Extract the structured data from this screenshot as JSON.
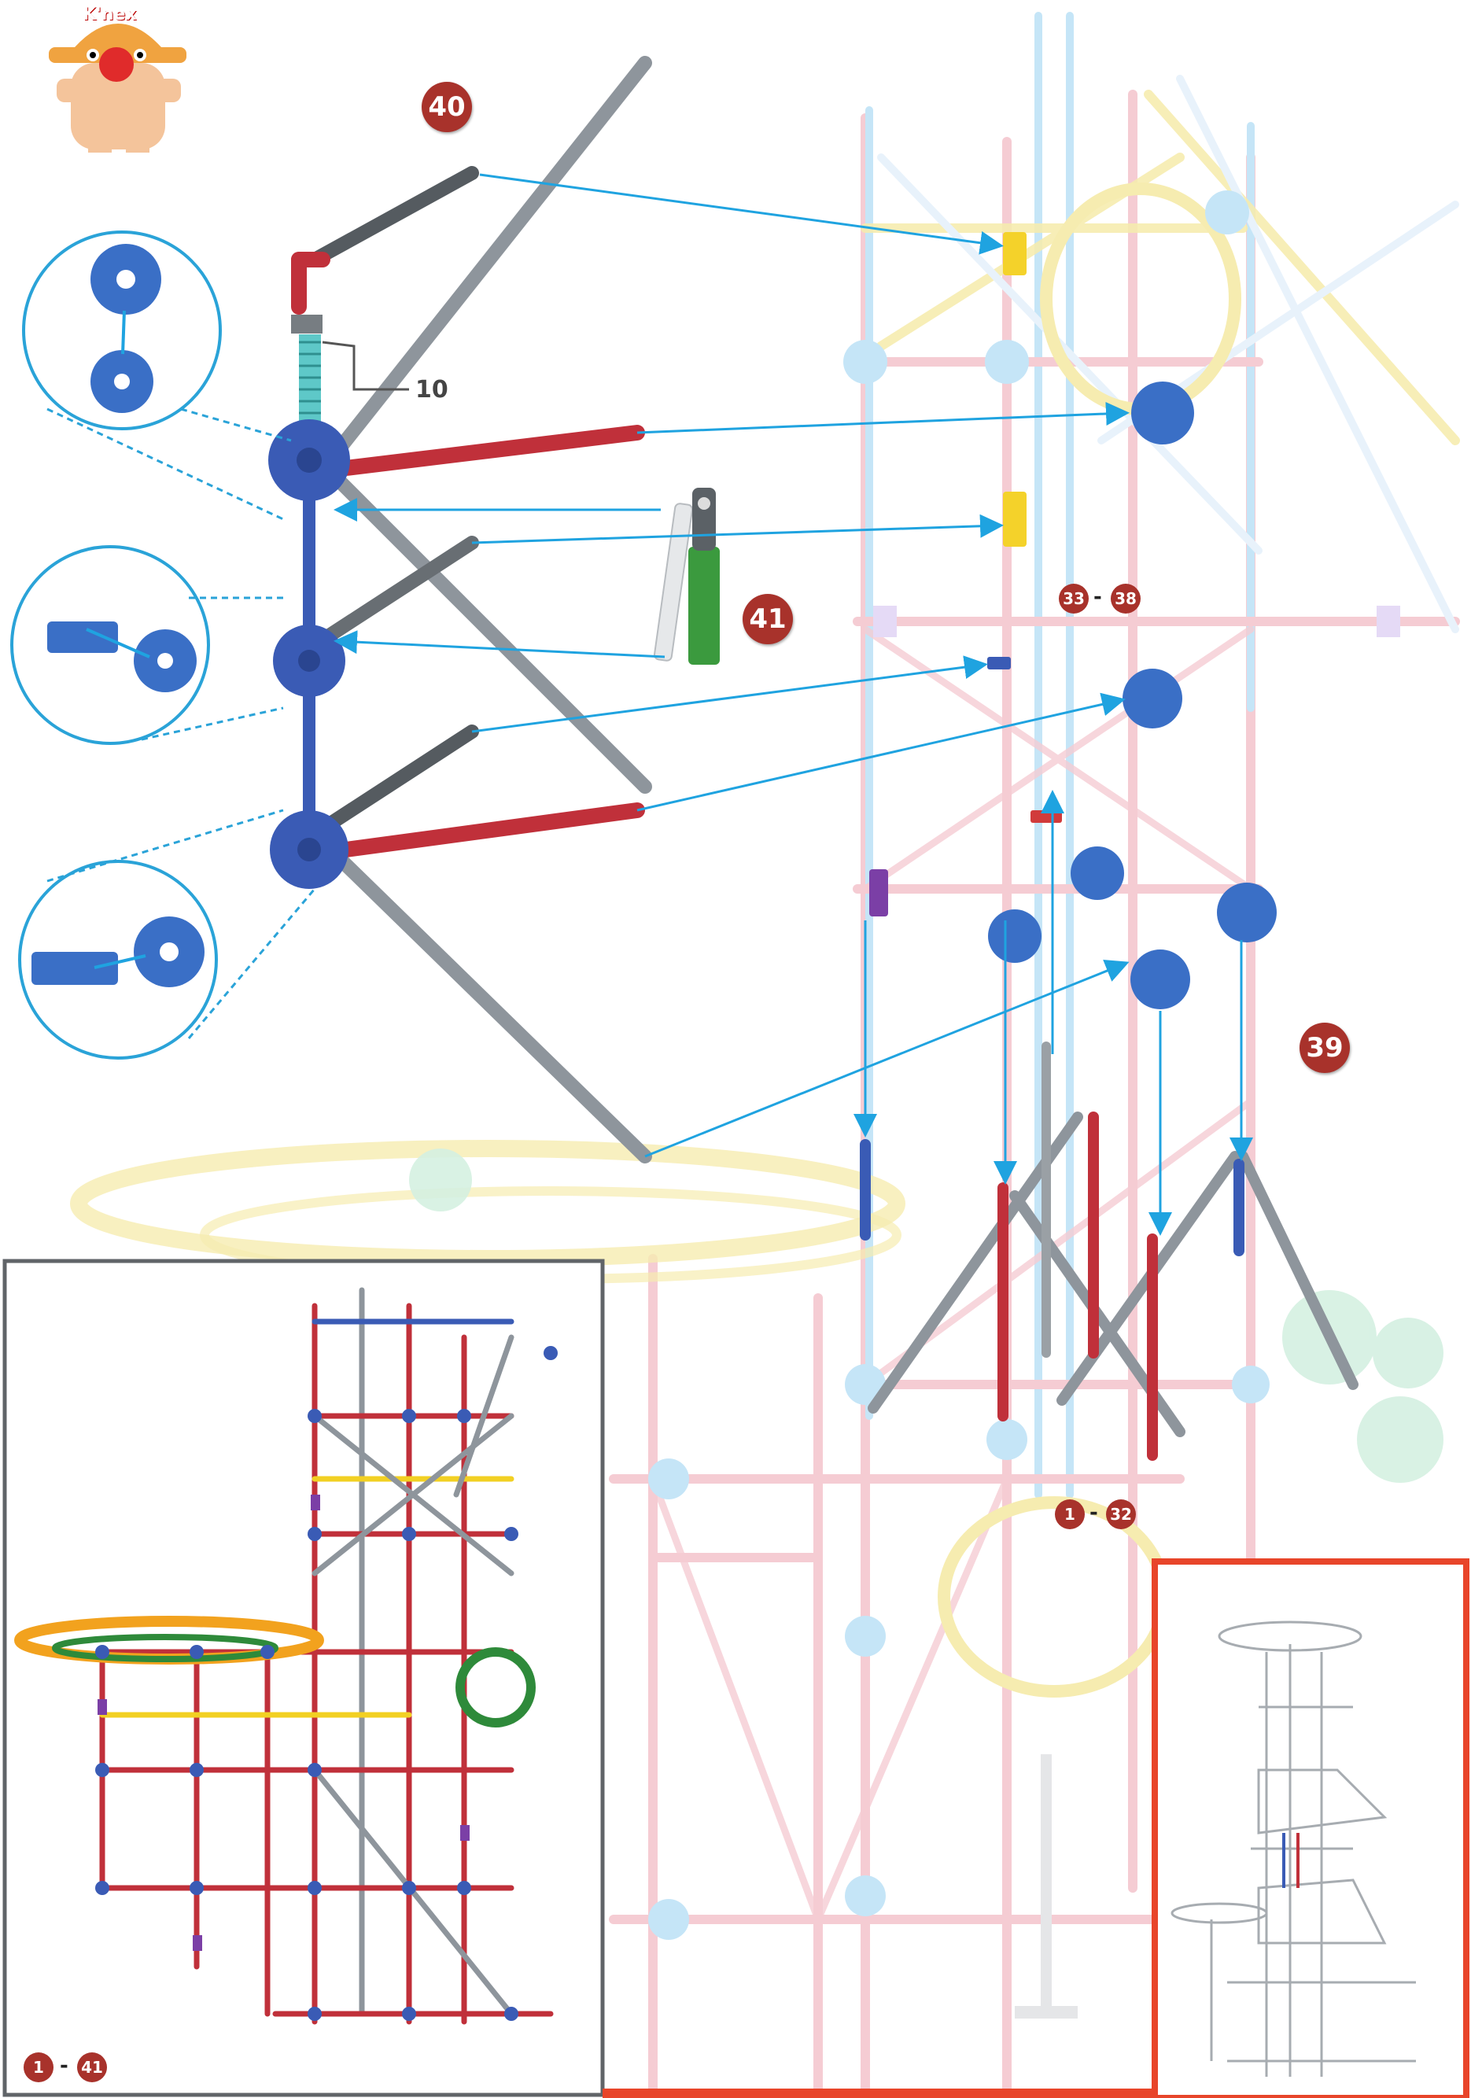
{
  "brand": {
    "logo_text": "K'nex"
  },
  "steps": {
    "step_40": "40",
    "step_41": "41",
    "step_39": "39",
    "range_33": "33",
    "range_38": "38",
    "range_1": "1",
    "range_32": "32",
    "sep": "-",
    "overview_from": "1",
    "overview_to": "41"
  },
  "callout": {
    "part_count": "10"
  },
  "colors": {
    "connector_blue": "#3a5bb5",
    "rod_red": "#c0303a",
    "rod_grey": "#8e959c",
    "rod_dark": "#555b60",
    "arrow_cyan": "#1fa3e0",
    "badge_red": "#a8322b",
    "frame_orange": "#e8452a",
    "ghost_pink": "#f4c7cf",
    "ghost_blue": "#bfe3f6",
    "ghost_yellow": "#f5eaa7"
  }
}
